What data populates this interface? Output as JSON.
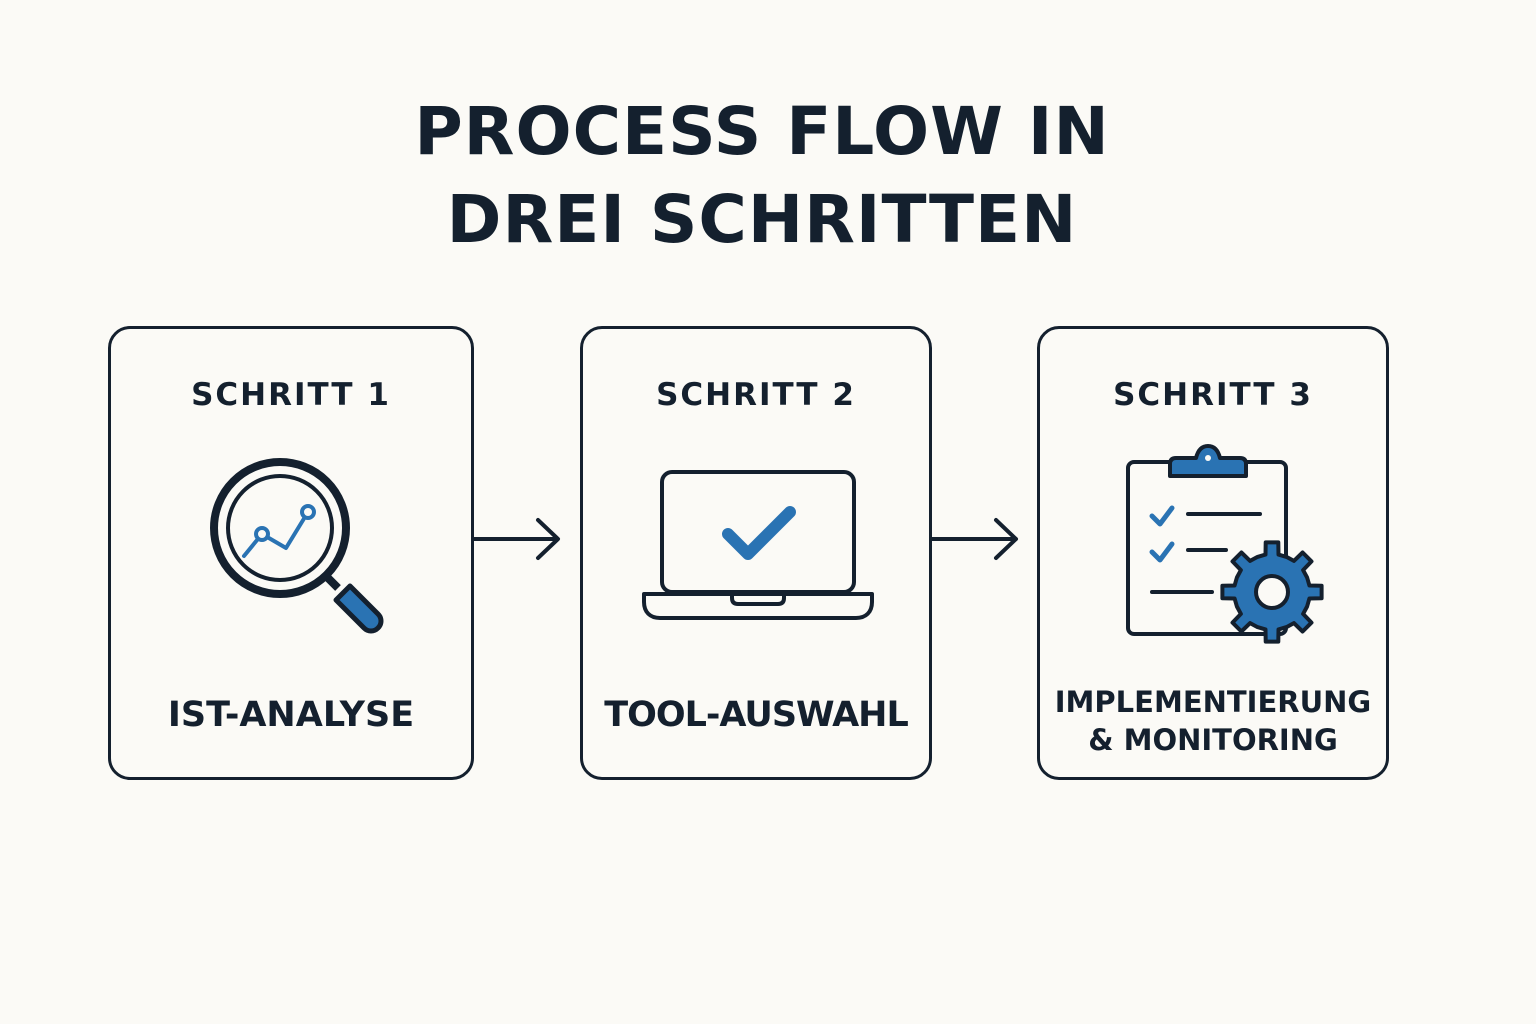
{
  "title": {
    "line1": "PROCESS FLOW IN",
    "line2": "DREI SCHRITTEN"
  },
  "steps": [
    {
      "step_label": "SCHRITT 1",
      "name": "IST-ANALYSE",
      "icon": "magnifier-chart-icon"
    },
    {
      "step_label": "SCHRITT 2",
      "name": "TOOL-AUSWAHL",
      "icon": "laptop-check-icon"
    },
    {
      "step_label": "SCHRITT 3",
      "name_line1": "IMPLEMENTIERUNG",
      "name_line2": "& MONITORING",
      "icon": "clipboard-gear-icon"
    }
  ],
  "colors": {
    "background": "#fbfaf6",
    "ink": "#14202e",
    "accent": "#2a73b3"
  }
}
